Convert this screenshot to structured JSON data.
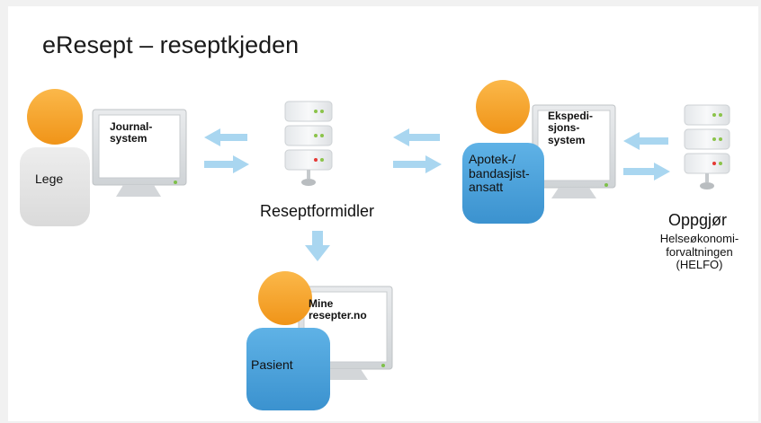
{
  "title": "eResept – reseptkjeden",
  "lege": {
    "screen_line1": "Journal-",
    "screen_line2": "system",
    "person": "Lege"
  },
  "reseptformidler": {
    "label": "Reseptformidler"
  },
  "apotek": {
    "screen_line1": "Ekspedi-",
    "screen_line2": "sjons-",
    "screen_line3": "system",
    "person_line1": "Apotek-/",
    "person_line2": "bandasjist-",
    "person_line3": "ansatt"
  },
  "oppgjor": {
    "label": "Oppgjør",
    "org_line1": "Helseøkonomi-",
    "org_line2": "forvaltningen",
    "org_line3": "(HELFO)"
  },
  "pasient": {
    "screen_line1": "Mine",
    "screen_line2": "resepter.no",
    "person": "Pasient"
  },
  "colors": {
    "head": "#f5a623",
    "lege_body": "#e6e6e6",
    "blue_body": "#4ea3dc",
    "arrow": "#a9d6f0",
    "server": "#eef0f2"
  }
}
